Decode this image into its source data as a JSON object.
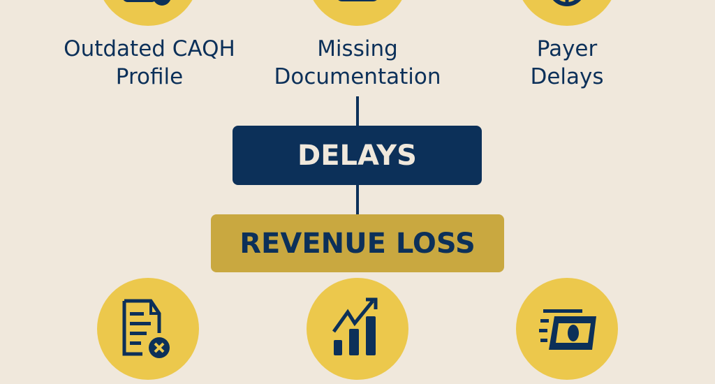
{
  "causes": [
    {
      "label_line1": "Outdated CAQH",
      "label_line2": "Profile",
      "icon": "document-check-icon"
    },
    {
      "label_line1": "Missing",
      "label_line2": "Documentation",
      "icon": "folder-icon"
    },
    {
      "label_line1": "Payer",
      "label_line2": "Delays",
      "icon": "globe-icon"
    }
  ],
  "center": {
    "delays": "DELAYS",
    "revenue_loss": "REVENUE LOSS"
  },
  "effects": [
    {
      "icon": "rejected-document-icon"
    },
    {
      "icon": "growth-chart-icon"
    },
    {
      "icon": "money-flying-icon"
    }
  ],
  "colors": {
    "navy": "#0c3059",
    "yellow": "#ecc84c",
    "gold": "#c9a840",
    "background": "#f0e8dc"
  }
}
